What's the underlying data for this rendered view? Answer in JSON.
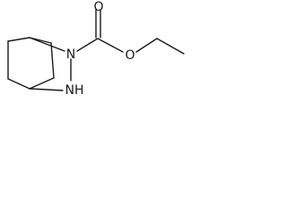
{
  "molecule": {
    "atoms": {
      "n_top": "N",
      "n_bottom": "NH",
      "o_ester": "O",
      "o_carbonyl": "O"
    }
  }
}
